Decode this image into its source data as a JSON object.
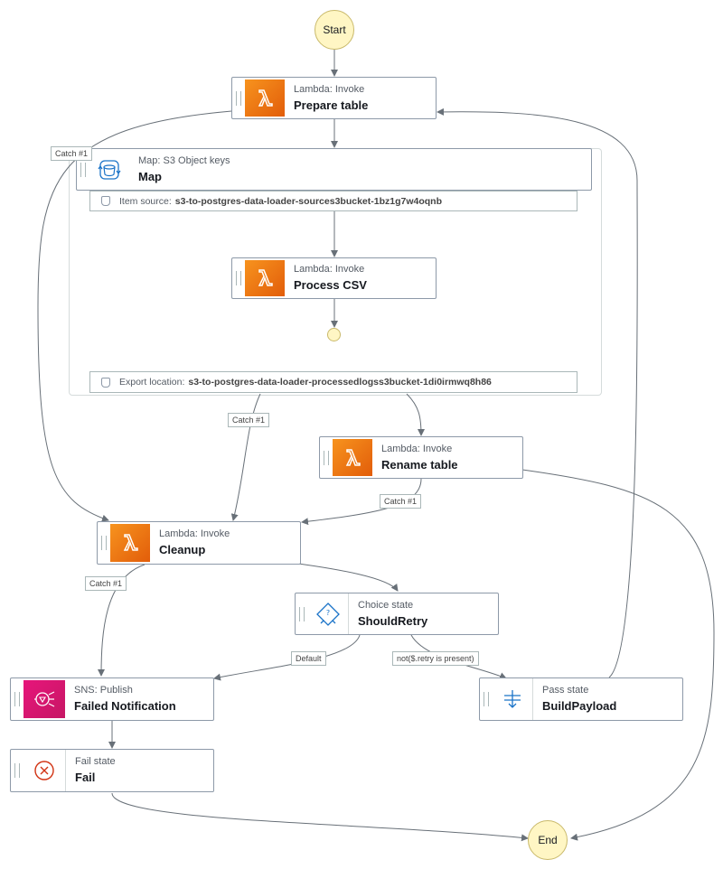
{
  "start": "Start",
  "end": "End",
  "nodes": {
    "prepare": {
      "type": "Lambda: Invoke",
      "name": "Prepare table"
    },
    "map": {
      "type": "Map: S3 Object keys",
      "name": "Map"
    },
    "process": {
      "type": "Lambda: Invoke",
      "name": "Process CSV"
    },
    "rename": {
      "type": "Lambda: Invoke",
      "name": "Rename table"
    },
    "cleanup": {
      "type": "Lambda: Invoke",
      "name": "Cleanup"
    },
    "choice": {
      "type": "Choice state",
      "name": "ShouldRetry"
    },
    "sns": {
      "type": "SNS: Publish",
      "name": "Failed Notification"
    },
    "pass": {
      "type": "Pass state",
      "name": "BuildPayload"
    },
    "fail": {
      "type": "Fail state",
      "name": "Fail"
    }
  },
  "map_item_source": {
    "label": "Item source:",
    "value": "s3-to-postgres-data-loader-sources3bucket-1bz1g7w4oqnb"
  },
  "map_export": {
    "label": "Export location:",
    "value": "s3-to-postgres-data-loader-processedlogss3bucket-1di0irmwq8h86"
  },
  "edge_labels": {
    "catch_prepare": "Catch #1",
    "catch_map": "Catch #1",
    "catch_rename": "Catch #1",
    "catch_cleanup": "Catch #1",
    "default": "Default",
    "not_retry": "not($.retry is present)"
  },
  "colors": {
    "lambda": "#ed7100",
    "sns": "#e7157b",
    "terminal": "#fff6c4",
    "choice_blue": "#1a73c8"
  }
}
